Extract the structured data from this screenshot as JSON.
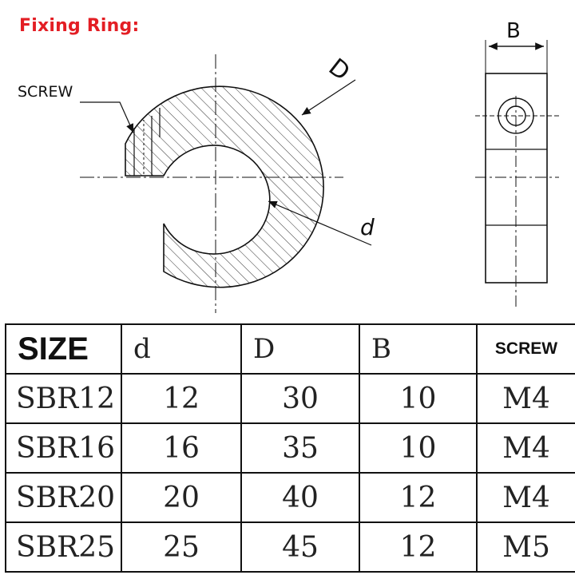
{
  "title": "Fixing Ring:",
  "drawing": {
    "screw_label": "SCREW",
    "outer_diameter_label": "D",
    "inner_diameter_label": "d",
    "width_label": "B"
  },
  "table": {
    "headers": [
      "SIZE",
      "d",
      "D",
      "B",
      "SCREW"
    ],
    "rows": [
      [
        "SBR12",
        "12",
        "30",
        "10",
        "M4"
      ],
      [
        "SBR16",
        "16",
        "35",
        "10",
        "M4"
      ],
      [
        "SBR20",
        "20",
        "40",
        "12",
        "M4"
      ],
      [
        "SBR25",
        "25",
        "45",
        "12",
        "M5"
      ]
    ]
  },
  "colors": {
    "title": "#e31e24",
    "line": "#111111"
  }
}
